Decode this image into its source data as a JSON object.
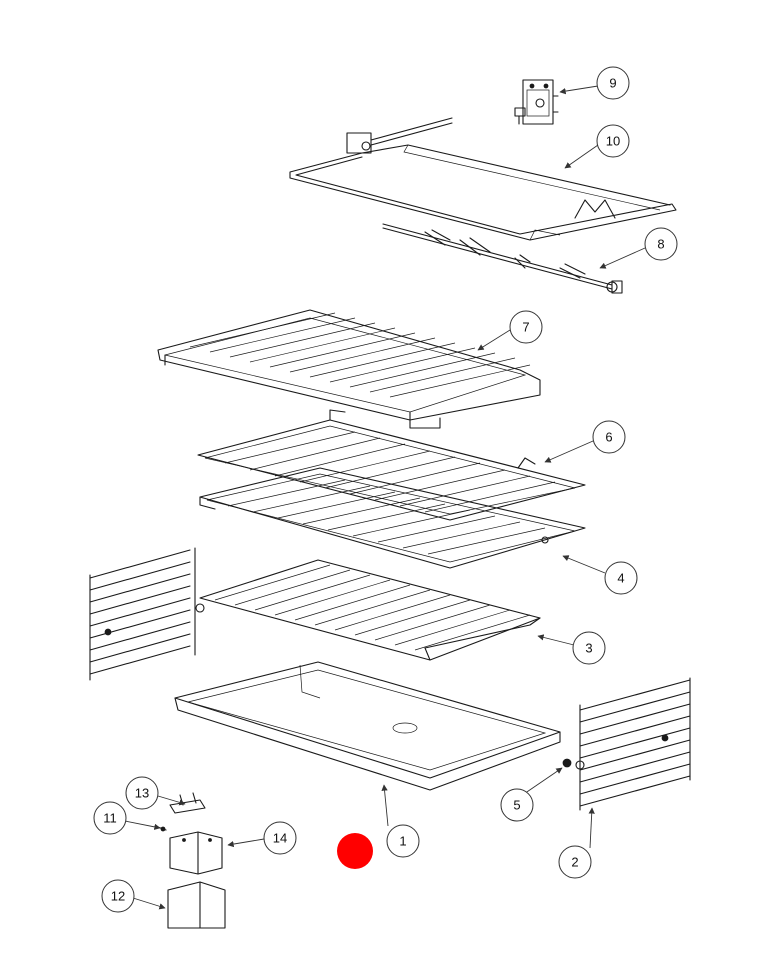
{
  "callouts": [
    {
      "key": "c1",
      "label": "1"
    },
    {
      "key": "c2",
      "label": "2"
    },
    {
      "key": "c3",
      "label": "3"
    },
    {
      "key": "c4",
      "label": "4"
    },
    {
      "key": "c5",
      "label": "5"
    },
    {
      "key": "c6",
      "label": "6"
    },
    {
      "key": "c7",
      "label": "7"
    },
    {
      "key": "c8",
      "label": "8"
    },
    {
      "key": "c9",
      "label": "9"
    },
    {
      "key": "c10",
      "label": "10"
    },
    {
      "key": "c11",
      "label": "11"
    },
    {
      "key": "c12",
      "label": "12"
    },
    {
      "key": "c13",
      "label": "13"
    },
    {
      "key": "c14",
      "label": "14"
    }
  ],
  "colors": {
    "line": "#1a1a1a",
    "marker": "#ff0000",
    "background": "#ffffff"
  }
}
